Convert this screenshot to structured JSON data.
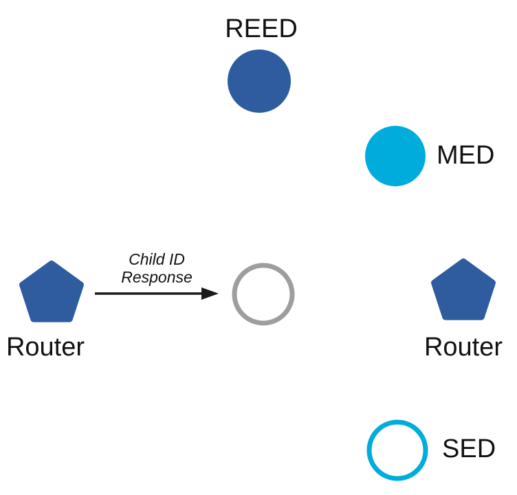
{
  "diagram": {
    "title": "",
    "colors": {
      "router_blue": "#2E5C9F",
      "cyan": "#00ACDB",
      "gray_outline": "#9E9E9E",
      "arrow_black": "#1A1A1A",
      "text_black": "#111111",
      "background": "#FFFFFF"
    },
    "nodes": {
      "reed": {
        "label": "REED",
        "shape": "circle",
        "style": "filled",
        "color": "#2E5C9F"
      },
      "med": {
        "label": "MED",
        "shape": "circle",
        "style": "filled",
        "color": "#00ACDB"
      },
      "router_left": {
        "label": "Router",
        "shape": "pentagon",
        "style": "filled",
        "color": "#2E5C9F"
      },
      "joining_child": {
        "label": "",
        "shape": "circle",
        "style": "outlined",
        "color": "#9E9E9E"
      },
      "router_right": {
        "label": "Router",
        "shape": "pentagon",
        "style": "filled",
        "color": "#2E5C9F"
      },
      "sed": {
        "label": "SED",
        "shape": "circle",
        "style": "outlined",
        "color": "#00ACDB"
      }
    },
    "edge": {
      "label_line1": "Child ID",
      "label_line2": "Response",
      "from": "router_left",
      "to": "joining_child"
    }
  }
}
